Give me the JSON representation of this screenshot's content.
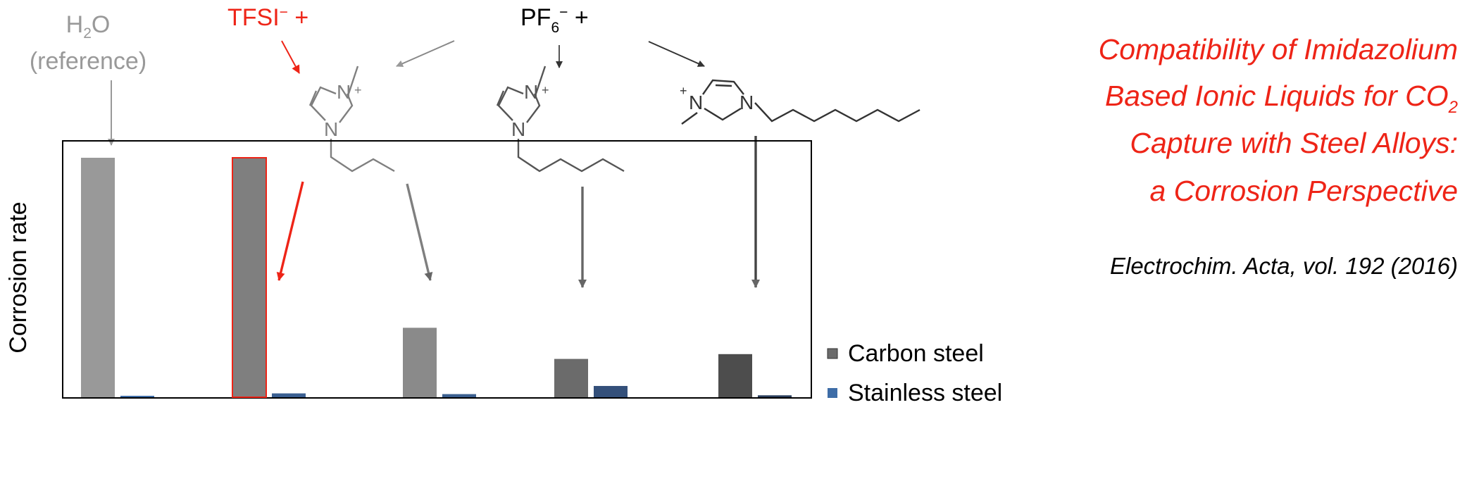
{
  "colors": {
    "red": "#ee2417",
    "reference_gray": "#999999",
    "annotation_gray": "#7f7f7f",
    "dark": "#000000",
    "stainless_blue": "#3e6da7"
  },
  "annotations": {
    "water_label_1": "H",
    "water_label_sub": "2",
    "water_label_2": "O",
    "water_label_3": "(reference)",
    "tfsi_label": "TFSI",
    "tfsi_sup": "−",
    "tfsi_plus": " +",
    "pf6_label": "PF",
    "pf6_sub": "6",
    "pf6_sup": "−",
    "pf6_plus": " +",
    "n_label": "N",
    "n_plus_label": "N",
    "plus_sign": "+"
  },
  "title": {
    "line1": "Compatibility of Imidazolium",
    "line2_a": "Based Ionic Liquids for CO",
    "line2_sub": "2",
    "line3": "Capture with Steel Alloys:",
    "line4": "a Corrosion Perspective"
  },
  "citation": "Electrochim. Acta, vol. 192 (2016)",
  "chart_data": {
    "type": "bar",
    "ylabel": "Corrosion rate",
    "xlabel": "",
    "categories": [
      "H2O (reference)",
      "TFSI− + C4mim",
      "PF6− + C4mim",
      "PF6− + C6mim",
      "PF6− + C8mim"
    ],
    "ylim": [
      0,
      100
    ],
    "grid": false,
    "legend_position": "right-bottom",
    "series": [
      {
        "name": "Carbon steel",
        "values": [
          100,
          100,
          29,
          16,
          18
        ],
        "colors": [
          "#999999",
          "#7f7f7f",
          "#8a8a8a",
          "#6b6b6b",
          "#4d4d4d"
        ]
      },
      {
        "name": "Stainless steel",
        "values": [
          0.6,
          1.6,
          1.3,
          4.7,
          0.8
        ],
        "colors": [
          "#3e6da7",
          "#3a5f91",
          "#3b5f8f",
          "#34507a",
          "#2b3f5c"
        ]
      }
    ]
  }
}
